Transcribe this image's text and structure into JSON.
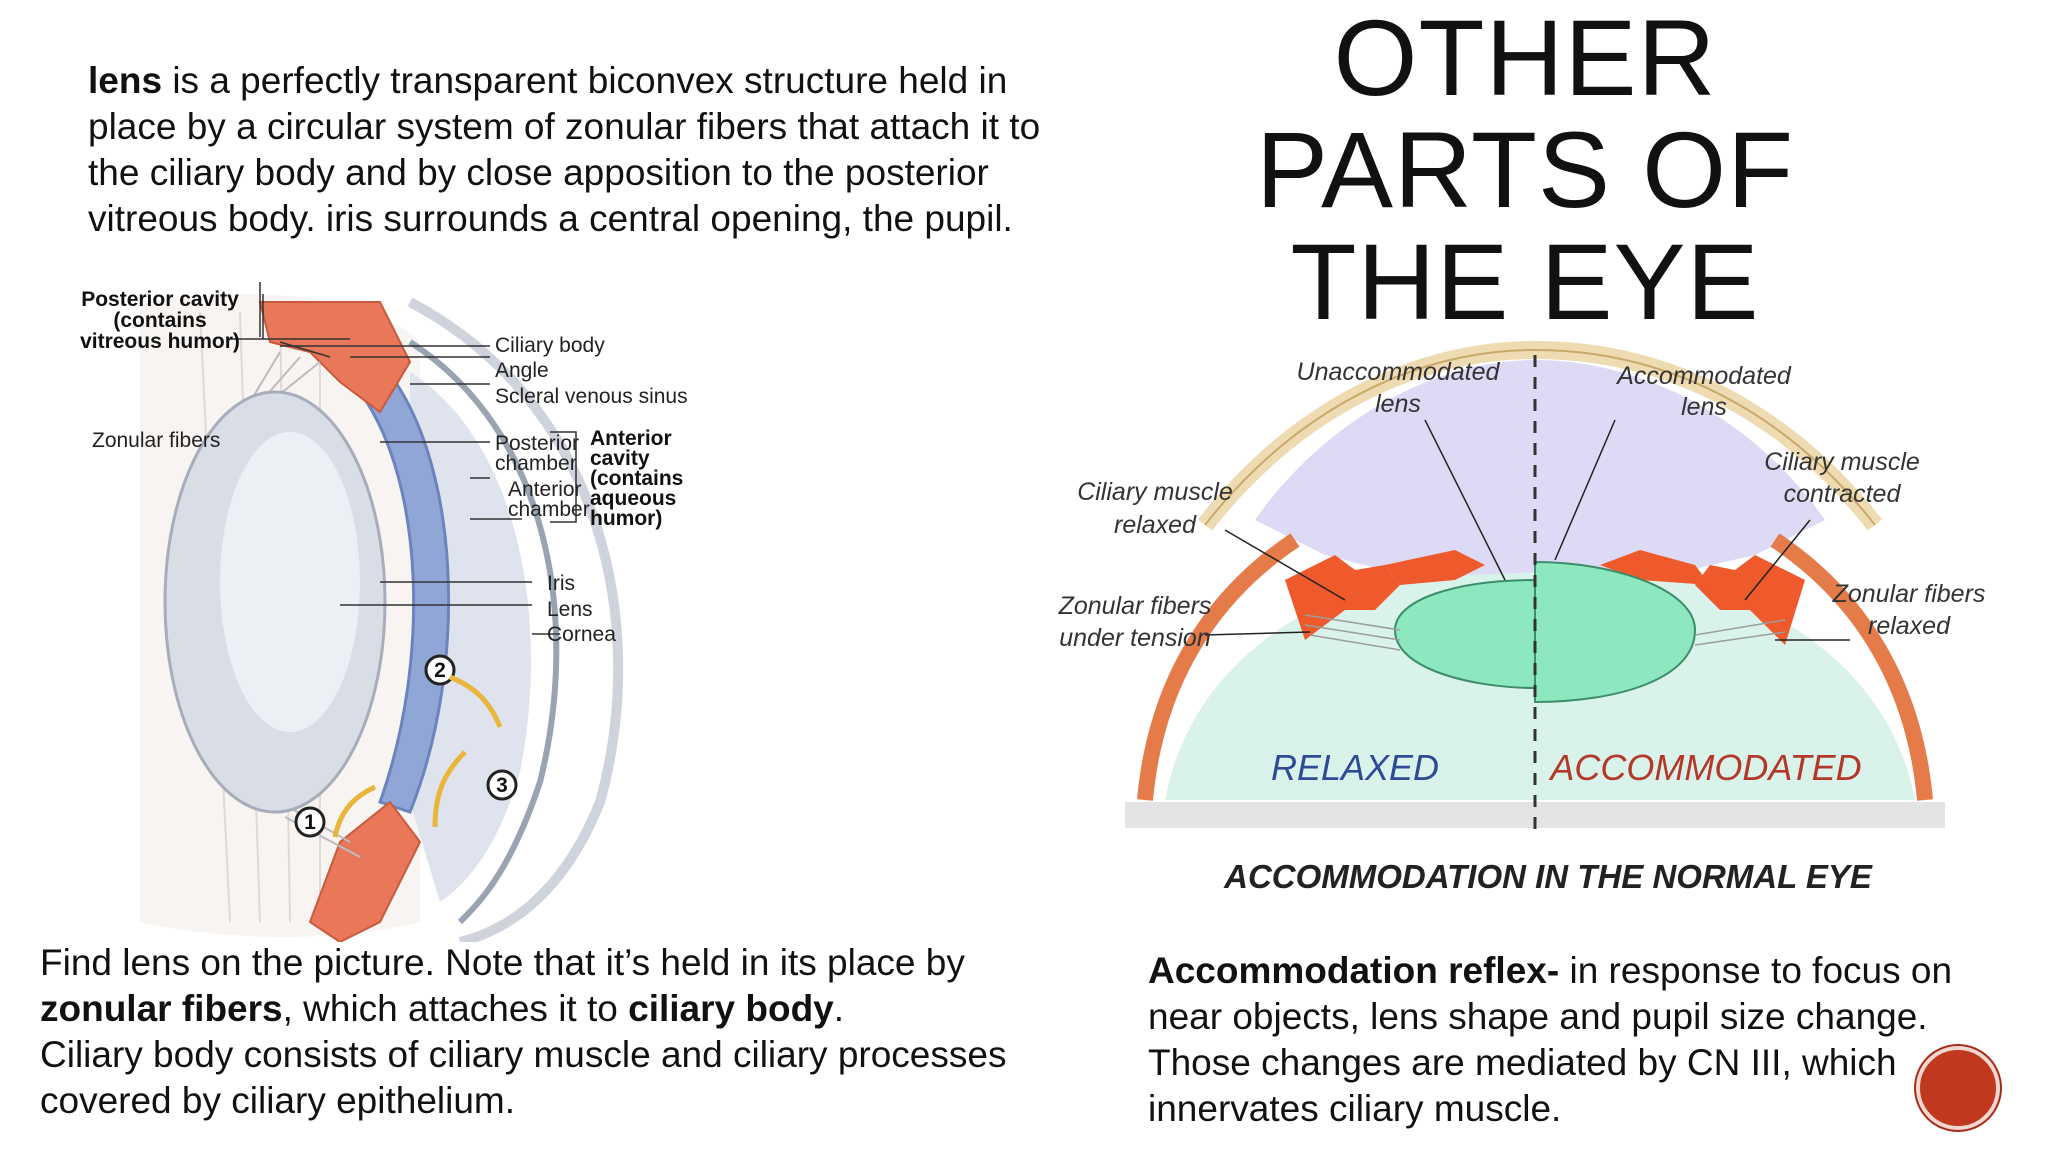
{
  "title": {
    "line1": "OTHER",
    "line2": "PARTS OF",
    "line3": "THE EYE"
  },
  "intro": {
    "bold": "lens",
    "rest": " is a perfectly transparent biconvex structure held in place by a circular system of zonular fibers that attach it to the ciliary body and by close apposition to the posterior vitreous body. iris surrounds a central opening, the pupil."
  },
  "figure_left": {
    "posterior_cavity": [
      "Posterior cavity",
      "(contains",
      "vitreous humor)"
    ],
    "zonular_fibers": "Zonular fibers",
    "ciliary_body": "Ciliary body",
    "angle": "Angle",
    "scleral_sinus": "Scleral venous sinus",
    "posterior_chamber": [
      "Posterior",
      "chamber"
    ],
    "anterior_chamber": [
      "Anterior",
      "chamber"
    ],
    "anterior_cavity": [
      "Anterior",
      "cavity",
      "(contains",
      "aqueous",
      "humor)"
    ],
    "iris": "Iris",
    "lens": "Lens",
    "cornea": "Cornea",
    "markers": [
      "1",
      "2",
      "3"
    ]
  },
  "figure_right": {
    "unaccommodated": [
      "Unaccommodated",
      "lens"
    ],
    "accommodated": [
      "Accommodated",
      "lens"
    ],
    "ciliary_relaxed": [
      "Ciliary muscle",
      "relaxed"
    ],
    "ciliary_contracted": [
      "Ciliary muscle",
      "contracted"
    ],
    "zonular_tension": [
      "Zonular fibers",
      "under tension"
    ],
    "zonular_relaxed": [
      "Zonular fibers",
      "relaxed"
    ],
    "relaxed": "RELAXED",
    "accommodated_state": "ACCOMMODATED",
    "caption": "ACCOMMODATION IN THE NORMAL EYE"
  },
  "caption_left": {
    "p1": "Find lens on the picture. Note that it’s held in its place by ",
    "b1": "zonular fibers",
    "p2": ", which attaches it to ",
    "b2": "ciliary body",
    "p3": ".",
    "p4": "Ciliary body consists of ciliary muscle and ciliary processes covered by ciliary epithelium."
  },
  "caption_right": {
    "bold": "Accommodation reflex-",
    "rest": " in response to focus on near objects,  lens shape and pupil size change. Those changes are mediated by CN III, which innervates ciliary muscle."
  },
  "colors": {
    "badge": "#c0391f",
    "muscle": "#e8603a",
    "lens_green": "#8ee8bf",
    "aqueous": "#d9d6f2",
    "cornea": "#f2e6c8"
  }
}
